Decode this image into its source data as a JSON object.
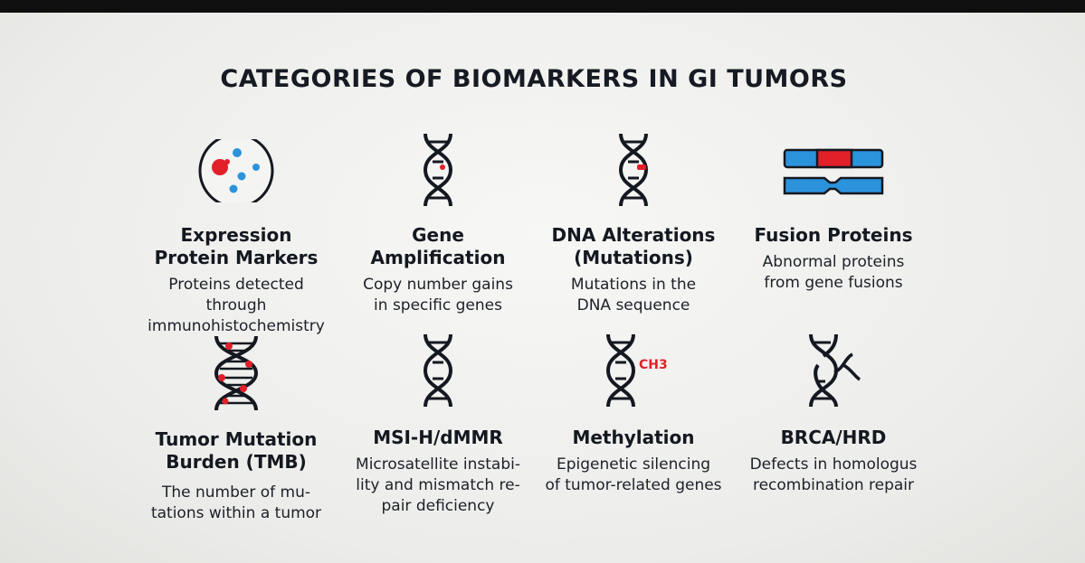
{
  "title": "CATEGORIES OF BIOMARKERS IN GI TUMORS",
  "colors": {
    "blue": "#2b93dc",
    "red": "#e1202a",
    "ink": "#141820"
  },
  "cards": [
    {
      "title": "Expression\nProtein Markers",
      "desc": "Proteins detected\nthrough\nimmunohistochemistry",
      "icon": "cell-dots-icon"
    },
    {
      "title": "Gene\nAmplification",
      "desc": "Copy number gains\nin specific genes",
      "icon": "dna-helix-icon"
    },
    {
      "title": "DNA Alterations\n(Mutations)",
      "desc": "Mutations in the\nDNA sequence",
      "icon": "dna-helix-icon"
    },
    {
      "title": "Fusion Proteins",
      "desc": "Abnormal proteins\nfrom gene fusions",
      "icon": "fused-chromosome-icon"
    },
    {
      "title": "Tumor Mutation\nBurden (TMB)",
      "desc": "The number of mu-\ntations within a tumor",
      "icon": "dna-helix-mutations-icon"
    },
    {
      "title": "MSI-H/dMMR",
      "desc": "Microsatellite instabi-\nlity and mismatch re-\npair deficiency",
      "icon": "dna-helix-icon"
    },
    {
      "title": "Methylation",
      "desc": "Epigenetic silencing\nof tumor-related genes",
      "icon": "dna-methyl-icon",
      "icon_label": "CH3"
    },
    {
      "title": "BRCA/HRD",
      "desc": "Defects in homologus\nrecombination repair",
      "icon": "dna-broken-icon"
    }
  ]
}
